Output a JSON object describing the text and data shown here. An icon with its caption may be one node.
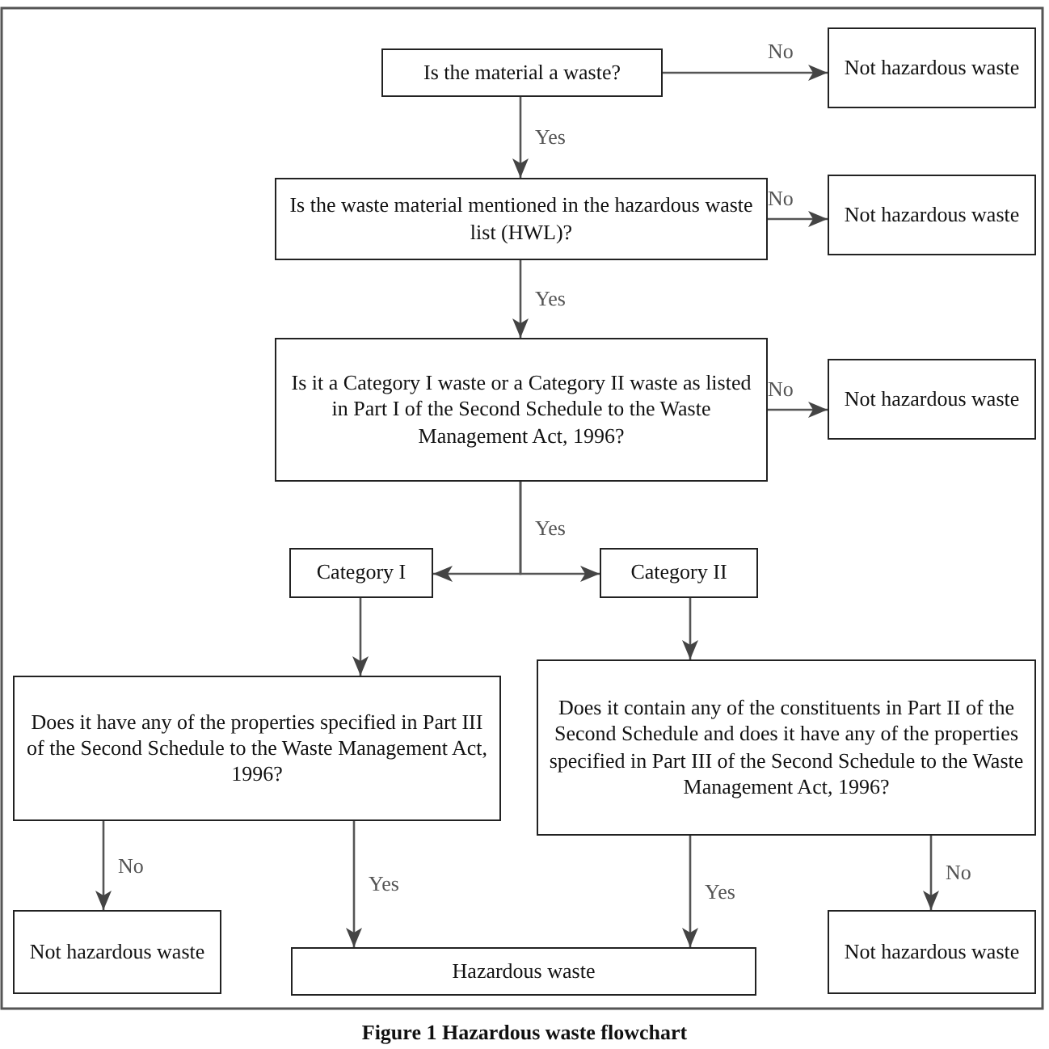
{
  "diagram": {
    "caption": "Figure 1 Hazardous waste flowchart",
    "nodes": [
      {
        "text": [
          "Is the material a waste?"
        ]
      },
      {
        "text": [
          "Not hazardous waste"
        ]
      },
      {
        "text": [
          "Is the waste material mentioned in the hazardous waste list (HWL)?"
        ]
      },
      {
        "text": [
          "Not hazardous waste"
        ]
      },
      {
        "text": [
          "Is it a Category I waste or a Category II waste as listed in Part I of the Second Schedule to the Waste Management Act, 1996?"
        ]
      },
      {
        "text": [
          "Not hazardous waste"
        ]
      },
      {
        "text": [
          "Category I"
        ]
      },
      {
        "text": [
          "Category II"
        ]
      },
      {
        "text": [
          "Does it have any of the properties specified in Part III of the Second Schedule to the Waste Management Act, 1996?"
        ]
      },
      {
        "text": [
          "Does it contain any of the constituents in Part II of the Second Schedule and does it have any of the properties specified in Part III of the Second Schedule to the Waste Management Act, 1996?"
        ]
      },
      {
        "text": [
          "Not hazardous waste"
        ]
      },
      {
        "text": [
          "Hazardous waste"
        ]
      },
      {
        "text": [
          "Not hazardous waste"
        ]
      }
    ],
    "edges": [
      {
        "from": 0,
        "to": 1,
        "arrow": "to",
        "label": "No"
      },
      {
        "from": 0,
        "to": 2,
        "arrow": "to",
        "label": "Yes"
      },
      {
        "from": 2,
        "to": 3,
        "arrow": "to",
        "label": "No"
      },
      {
        "from": 2,
        "to": 4,
        "arrow": "to",
        "label": "Yes"
      },
      {
        "from": 4,
        "to": 5,
        "arrow": "to",
        "label": "No"
      },
      {
        "from": 4,
        "to": 6,
        "arrow": "to",
        "label": "Yes"
      },
      {
        "from": 4,
        "to": 7,
        "arrow": "to"
      },
      {
        "from": 6,
        "to": 8,
        "arrow": "to"
      },
      {
        "from": 7,
        "to": 9,
        "arrow": "to"
      },
      {
        "from": 8,
        "to": 10,
        "arrow": "to",
        "label": "No"
      },
      {
        "from": 8,
        "to": 11,
        "arrow": "to",
        "label": "Yes"
      },
      {
        "from": 9,
        "to": 11,
        "arrow": "to",
        "label": "Yes"
      },
      {
        "from": 9,
        "to": 12,
        "arrow": "to",
        "label": "No"
      }
    ]
  }
}
